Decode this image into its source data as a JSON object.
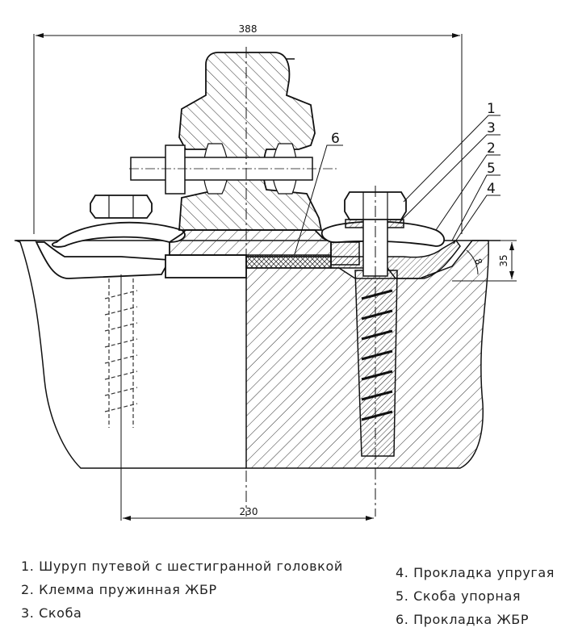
{
  "dimensions": {
    "overall_width": "388",
    "lower_width": "230",
    "height": "35",
    "angle": "8"
  },
  "callouts": [
    "1",
    "3",
    "2",
    "5",
    "4",
    "6"
  ],
  "legend": {
    "left": [
      "1. Шуруп путевой с шестигранной головкой",
      "2. Клемма пружинная ЖБР",
      "3. Скоба"
    ],
    "right": [
      "4. Прокладка упругая",
      "5. Скоба упорная",
      "6. Прокладка ЖБР"
    ]
  }
}
